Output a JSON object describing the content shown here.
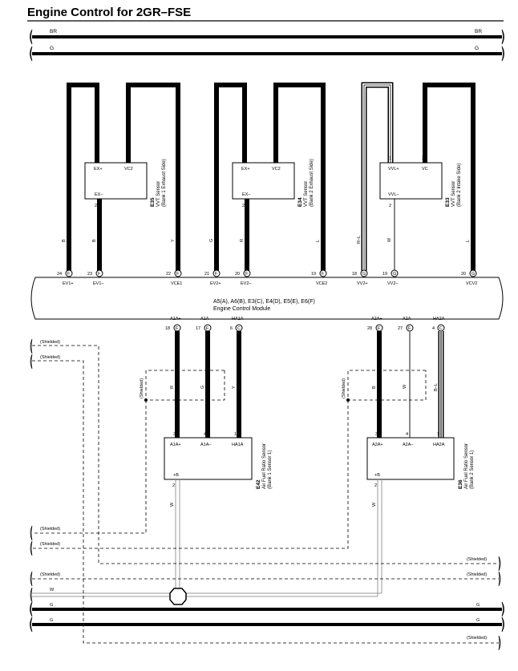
{
  "title": "Engine Control for 2GR–FSE",
  "top_buses": [
    {
      "label": "BR"
    },
    {
      "label": "G"
    }
  ],
  "ecm": {
    "module_codes": "A5(A), A6(B), E3(C), E4(D), E5(E), E6(F)",
    "module_name": "Engine Control Module",
    "top_pins": [
      {
        "num": "24",
        "conn": "F",
        "name": "EV1+",
        "wire": ""
      },
      {
        "num": "23",
        "conn": "F",
        "name": "EV1–",
        "wire": ""
      },
      {
        "num": "22",
        "conn": "F",
        "name": "VCE1",
        "wire": ""
      },
      {
        "num": "21",
        "conn": "F",
        "name": "EV2+",
        "wire": ""
      },
      {
        "num": "20",
        "conn": "F",
        "name": "EV2–",
        "wire": ""
      },
      {
        "num": "19",
        "conn": "F",
        "name": "VCE2",
        "wire": ""
      },
      {
        "num": "18",
        "conn": "G",
        "name": "VV2+",
        "wire": ""
      },
      {
        "num": "19",
        "conn": "G",
        "name": "VV2–",
        "wire": ""
      },
      {
        "num": "20",
        "conn": "G",
        "name": "VCV2",
        "wire": ""
      }
    ],
    "bottom_pins": [
      {
        "num": "18",
        "conn": "F",
        "name": "A1A+"
      },
      {
        "num": "17",
        "conn": "F",
        "name": "A1A–"
      },
      {
        "num": "6",
        "conn": "C",
        "name": "HA1A"
      },
      {
        "num": "28",
        "conn": "F",
        "name": "A2A+"
      },
      {
        "num": "27",
        "conn": "F",
        "name": "A2A–"
      },
      {
        "num": "4",
        "conn": "C",
        "name": "HA2A"
      }
    ]
  },
  "vvt_sensors": [
    {
      "code": "E35",
      "name": "VVT Sensor",
      "desc": "(Bank 1 Exhaust Side)",
      "pin_a": {
        "num": "1",
        "name": "EX+"
      },
      "pin_b": {
        "num": "3",
        "name": "VC2"
      },
      "pin_c": {
        "num": "2",
        "name": "EX–"
      },
      "wires": [
        "B",
        "B",
        "Y"
      ]
    },
    {
      "code": "E34",
      "name": "VVT Sensor",
      "desc": "(Bank 2 Exhaust Side)",
      "pin_a": {
        "num": "1",
        "name": "EX+"
      },
      "pin_b": {
        "num": "3",
        "name": "VC2"
      },
      "pin_c": {
        "num": "2",
        "name": "EX–"
      },
      "wires": [
        "G",
        "R",
        "L"
      ]
    },
    {
      "code": "E33",
      "name": "VVT Sensor",
      "desc": "(Bank 2 Intake Side)",
      "pin_a": {
        "num": "1",
        "name": "VVL+"
      },
      "pin_b": {
        "num": "3",
        "name": "VC"
      },
      "pin_c": {
        "num": "2",
        "name": "VVL–"
      },
      "wires": [
        "R–L",
        "W",
        "L"
      ]
    }
  ],
  "af_sensors": [
    {
      "code": "E42",
      "name": "Air Fuel Ratio Sensor",
      "desc": "(Bank 1 Sensor 1)",
      "pins": [
        {
          "num": "3",
          "name": "A1A+"
        },
        {
          "num": "4",
          "name": "A1A–"
        },
        {
          "num": "1",
          "name": "HA1A"
        }
      ],
      "b_pin": {
        "num": "2",
        "name": "+B"
      },
      "shield_label": "(Shielded)",
      "wires": [
        "R",
        "G",
        "Y"
      ],
      "b_wire": "W"
    },
    {
      "code": "E36",
      "name": "Air Fuel Ratio Sensor",
      "desc": "(Bank 2 Sensor 1)",
      "pins": [
        {
          "num": "3",
          "name": "A2A+"
        },
        {
          "num": "4",
          "name": "A2A–"
        },
        {
          "num": "1",
          "name": "HA2A"
        }
      ],
      "b_pin": {
        "num": "2",
        "name": "+B"
      },
      "shield_label": "(Shielded)",
      "wires": [
        "B",
        "W",
        "B–L"
      ],
      "b_wire": "W"
    }
  ],
  "bottom_lines": {
    "shielded": "(Shielded)",
    "w": "W",
    "g": "G"
  }
}
